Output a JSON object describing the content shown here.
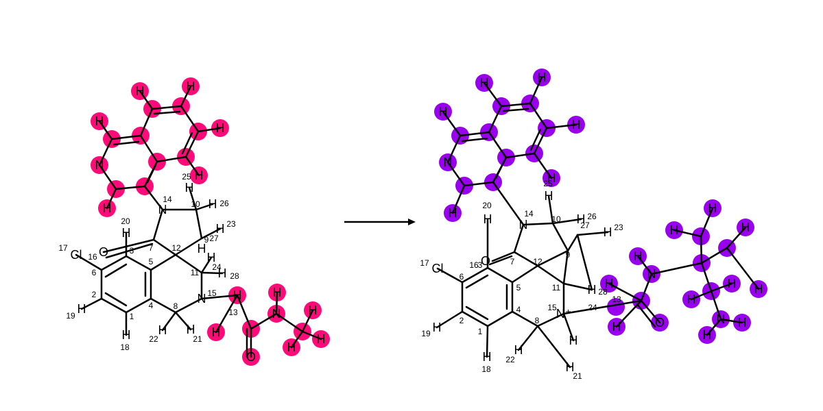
{
  "colors": {
    "left_highlight": "#ff0a78",
    "right_highlight": "#9900ee",
    "bond": "#000000",
    "arrow": "#000000"
  },
  "reactant": {
    "index_labels": [
      {
        "id": "r-i1",
        "text": "1"
      },
      {
        "id": "r-i2",
        "text": "2"
      },
      {
        "id": "r-i3",
        "text": "3"
      },
      {
        "id": "r-i4",
        "text": "4"
      },
      {
        "id": "r-i5",
        "text": "5"
      },
      {
        "id": "r-i6",
        "text": "6"
      },
      {
        "id": "r-i7",
        "text": "7"
      },
      {
        "id": "r-i8",
        "text": "8"
      },
      {
        "id": "r-i9",
        "text": "9"
      },
      {
        "id": "r-i10",
        "text": "10"
      },
      {
        "id": "r-i11",
        "text": "11"
      },
      {
        "id": "r-i12",
        "text": "12"
      },
      {
        "id": "r-i13",
        "text": "13"
      },
      {
        "id": "r-i14",
        "text": "14"
      },
      {
        "id": "r-i15",
        "text": "15"
      },
      {
        "id": "r-i16",
        "text": "16"
      },
      {
        "id": "r-i17",
        "text": "17"
      },
      {
        "id": "r-i18",
        "text": "18"
      },
      {
        "id": "r-i19",
        "text": "19"
      },
      {
        "id": "r-i20",
        "text": "20"
      },
      {
        "id": "r-i21",
        "text": "21"
      },
      {
        "id": "r-i22",
        "text": "22"
      },
      {
        "id": "r-i23",
        "text": "23"
      },
      {
        "id": "r-i24",
        "text": "24"
      },
      {
        "id": "r-i25",
        "text": "25"
      },
      {
        "id": "r-i26",
        "text": "26"
      },
      {
        "id": "r-i27",
        "text": "27"
      },
      {
        "id": "r-i28",
        "text": "28"
      }
    ],
    "atom_labels": [
      {
        "id": "r-cl",
        "text": "Cl"
      },
      {
        "id": "r-o3",
        "text": "O"
      },
      {
        "id": "r-h20",
        "text": "H"
      },
      {
        "id": "r-h19",
        "text": "H"
      },
      {
        "id": "r-h18",
        "text": "H"
      },
      {
        "id": "r-h22",
        "text": "H"
      },
      {
        "id": "r-h21",
        "text": "H"
      },
      {
        "id": "r-n14",
        "text": "N"
      },
      {
        "id": "r-n15",
        "text": "N"
      },
      {
        "id": "r-h10",
        "text": "H"
      },
      {
        "id": "r-h26",
        "text": "H"
      },
      {
        "id": "r-h23",
        "text": "H"
      },
      {
        "id": "r-h9",
        "text": "H"
      },
      {
        "id": "r-h24",
        "text": "H"
      },
      {
        "id": "r-h28",
        "text": "H"
      },
      {
        "id": "r-q-h1",
        "text": "H"
      },
      {
        "id": "r-q-h2",
        "text": "H"
      },
      {
        "id": "r-q-h3",
        "text": "H"
      },
      {
        "id": "r-q-h4",
        "text": "H"
      },
      {
        "id": "r-q-h5",
        "text": "H"
      },
      {
        "id": "r-q-h6",
        "text": "H"
      },
      {
        "id": "r-q-n",
        "text": "N"
      },
      {
        "id": "r-a-h1",
        "text": "H"
      },
      {
        "id": "r-a-h2",
        "text": "H"
      },
      {
        "id": "r-a-n",
        "text": "N"
      },
      {
        "id": "r-a-o",
        "text": "O"
      },
      {
        "id": "r-a-h3",
        "text": "H"
      },
      {
        "id": "r-a-h4",
        "text": "H"
      },
      {
        "id": "r-a-h5",
        "text": "H"
      },
      {
        "id": "r-a-h6",
        "text": "H"
      }
    ]
  },
  "product": {
    "index_labels": [
      {
        "id": "p-i1",
        "text": "1"
      },
      {
        "id": "p-i2",
        "text": "2"
      },
      {
        "id": "p-i3",
        "text": "3"
      },
      {
        "id": "p-i4",
        "text": "4"
      },
      {
        "id": "p-i5",
        "text": "5"
      },
      {
        "id": "p-i6",
        "text": "6"
      },
      {
        "id": "p-i7",
        "text": "7"
      },
      {
        "id": "p-i8",
        "text": "8"
      },
      {
        "id": "p-i9",
        "text": "9"
      },
      {
        "id": "p-i10",
        "text": "10"
      },
      {
        "id": "p-i11",
        "text": "11"
      },
      {
        "id": "p-i12",
        "text": "12"
      },
      {
        "id": "p-i13",
        "text": "13"
      },
      {
        "id": "p-i14",
        "text": "14"
      },
      {
        "id": "p-i15",
        "text": "15"
      },
      {
        "id": "p-i16",
        "text": "16"
      },
      {
        "id": "p-i17",
        "text": "17"
      },
      {
        "id": "p-i18",
        "text": "18"
      },
      {
        "id": "p-i19",
        "text": "19"
      },
      {
        "id": "p-i20",
        "text": "20"
      },
      {
        "id": "p-i21",
        "text": "21"
      },
      {
        "id": "p-i22",
        "text": "22"
      },
      {
        "id": "p-i23",
        "text": "23"
      },
      {
        "id": "p-i24",
        "text": "24"
      },
      {
        "id": "p-i25",
        "text": "25"
      },
      {
        "id": "p-i26",
        "text": "26"
      },
      {
        "id": "p-i27",
        "text": "27"
      },
      {
        "id": "p-i28",
        "text": "28"
      }
    ],
    "atom_labels": [
      {
        "id": "p-cl",
        "text": "Cl"
      },
      {
        "id": "p-o3",
        "text": "O"
      },
      {
        "id": "p-h20",
        "text": "H"
      },
      {
        "id": "p-h19",
        "text": "H"
      },
      {
        "id": "p-h18",
        "text": "H"
      },
      {
        "id": "p-h22",
        "text": "H"
      },
      {
        "id": "p-h21",
        "text": "H"
      },
      {
        "id": "p-n14",
        "text": "N"
      },
      {
        "id": "p-n15",
        "text": "N⁺"
      },
      {
        "id": "p-h10",
        "text": "H"
      },
      {
        "id": "p-h26",
        "text": "H"
      },
      {
        "id": "p-h23",
        "text": "H"
      },
      {
        "id": "p-h28",
        "text": "H"
      },
      {
        "id": "p-q-h1",
        "text": "H"
      },
      {
        "id": "p-q-h2",
        "text": "H"
      },
      {
        "id": "p-q-h3",
        "text": "H"
      },
      {
        "id": "p-q-h4",
        "text": "H"
      },
      {
        "id": "p-q-h5",
        "text": "H"
      },
      {
        "id": "p-q-h6",
        "text": "H"
      },
      {
        "id": "p-q-n",
        "text": "N"
      },
      {
        "id": "p-n15h",
        "text": "H"
      },
      {
        "id": "p-a-h1",
        "text": "H"
      },
      {
        "id": "p-a-h2",
        "text": "H"
      },
      {
        "id": "p-a-o",
        "text": "O"
      },
      {
        "id": "p-a-n",
        "text": "N"
      },
      {
        "id": "p-a-nh",
        "text": "H"
      },
      {
        "id": "p-t-h1",
        "text": "H"
      },
      {
        "id": "p-t-h2",
        "text": "H"
      },
      {
        "id": "p-t-h3",
        "text": "H"
      },
      {
        "id": "p-t-h4",
        "text": "H"
      },
      {
        "id": "p-t-h5",
        "text": "H"
      },
      {
        "id": "p-t-h6",
        "text": "H"
      },
      {
        "id": "p-t-n",
        "text": "N"
      },
      {
        "id": "p-t-nh1",
        "text": "H"
      },
      {
        "id": "p-t-nh2",
        "text": "H"
      }
    ]
  }
}
